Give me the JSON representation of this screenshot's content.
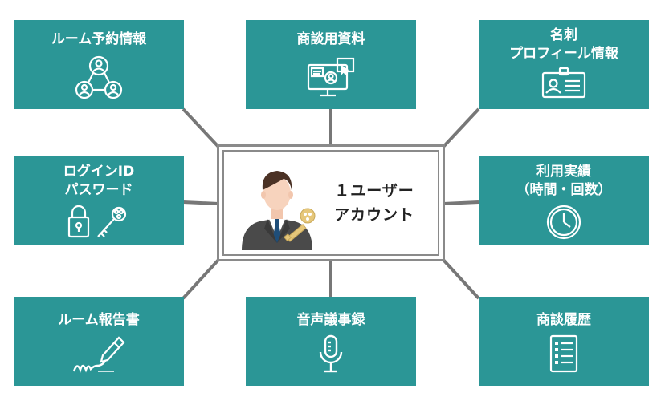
{
  "center": {
    "line1": "１ユーザー",
    "line2": "アカウント"
  },
  "boxes": {
    "room_booking": {
      "title": "ルーム予約情報",
      "icon": "user-network-icon"
    },
    "sales_docs": {
      "title": "商談用資料",
      "icon": "presentation-screen-icon"
    },
    "business_card": {
      "title_line1": "名刺",
      "title_line2": "プロフィール情報",
      "icon": "id-card-icon"
    },
    "login": {
      "title_line1": "ログインID",
      "title_line2": "パスワード",
      "icon": "lock-key-icon"
    },
    "usage": {
      "title_line1": "利用実績",
      "title_line2": "（時間・回数）",
      "icon": "clock-icon"
    },
    "room_report": {
      "title": "ルーム報告書",
      "icon": "pen-signature-icon"
    },
    "voice_record": {
      "title": "音声議事録",
      "icon": "microphone-icon"
    },
    "sales_history": {
      "title": "商談履歴",
      "icon": "checklist-icon"
    }
  },
  "colors": {
    "box": "#2b9696",
    "connector": "#777777",
    "key": "#e6c77a"
  }
}
